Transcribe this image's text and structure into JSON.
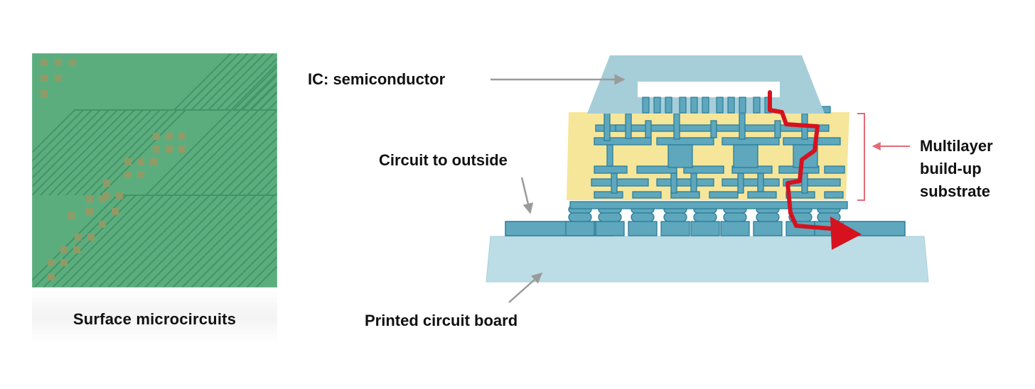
{
  "photo": {
    "caption": "Surface microcircuits"
  },
  "diagram": {
    "labels": {
      "ic": "IC: semiconductor",
      "circuit": "Circuit to outside",
      "pcb": "Printed circuit board",
      "multilayer_line1": "Multilayer",
      "multilayer_line2": "build-up",
      "multilayer_line3": "substrate"
    }
  },
  "colors": {
    "pcb_green": "#5cad7e",
    "trace_dark": "#3f8f63",
    "pad_tan": "#8f9a66",
    "ic_blue": "#a6ced9",
    "pcb_blue": "#bcdde6",
    "conductor": "#5ea7bd",
    "conductor_stroke": "#2d7d98",
    "substrate_yellow": "#f6e69a",
    "signal_red": "#d6121f",
    "bracket_pink": "#e56a78",
    "arrow_gray": "#9a9a9a"
  }
}
